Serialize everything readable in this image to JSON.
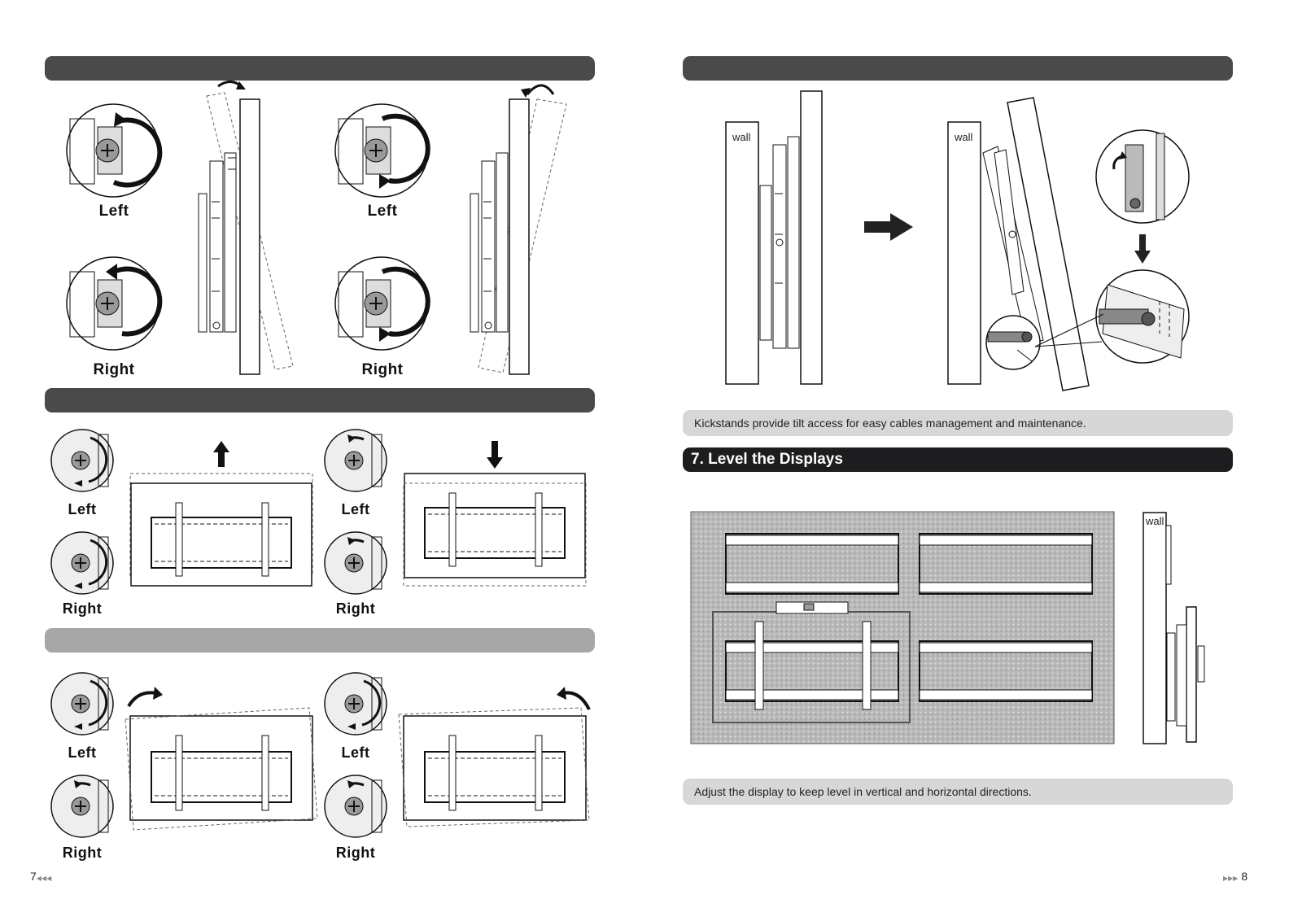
{
  "left_page": {
    "page_number": "7",
    "page_arrows": "◀◀◀",
    "row1_labels": [
      "Left",
      "Right",
      "Left",
      "Right"
    ],
    "row2_labels": [
      "Left",
      "Right",
      "Left",
      "Right"
    ],
    "row3_labels": [
      "Left",
      "Right",
      "Left",
      "Right"
    ]
  },
  "right_page": {
    "page_number": "8",
    "page_arrows": "▶▶▶",
    "wall_label": "wall",
    "kickstand_note": "Kickstands provide tilt access for easy cables management and maintenance.",
    "section_title": "7. Level the Displays",
    "level_note": "Adjust the display to keep level in vertical and horizontal directions."
  },
  "colors": {
    "dark_bar": "#4a4a4a",
    "light_bar": "#a7a7a7",
    "title_bar": "#1d1d1f",
    "note_bg": "#d7d7d7",
    "wall_texture": "#b9b9b9"
  }
}
